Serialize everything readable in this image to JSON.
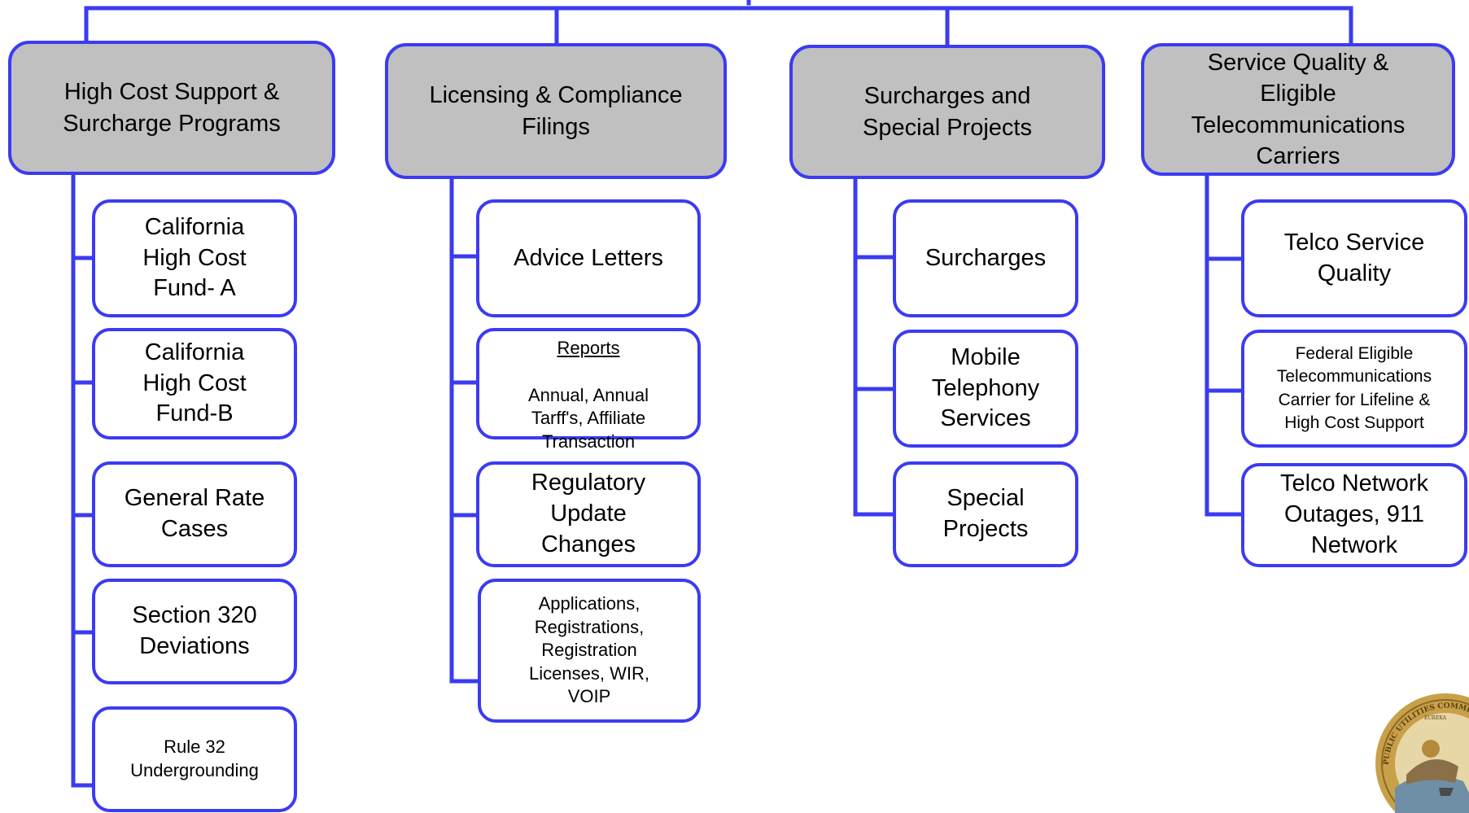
{
  "colors": {
    "connector": "#3b3bf2",
    "header_fill": "#c0c0c0",
    "box_fill": "#ffffff"
  },
  "columns": [
    {
      "header": "High Cost Support &\nSurcharge Programs",
      "items": [
        "California\nHigh Cost\nFund- A",
        "California\nHigh Cost\nFund-B",
        "General Rate\nCases",
        "Section 320\nDeviations",
        "Rule 32\nUndergrounding"
      ]
    },
    {
      "header": "Licensing & Compliance\nFilings",
      "items": [
        "Advice Letters",
        {
          "title": "Reports",
          "body": "Annual, Annual\nTarff's, Affiliate\nTransaction"
        },
        "Regulatory\nUpdate\nChanges",
        "Applications,\nRegistrations,\nRegistration\nLicenses, WIR,\nVOIP"
      ]
    },
    {
      "header": "Surcharges and\nSpecial Projects",
      "items": [
        "Surcharges",
        "Mobile\nTelephony\nServices",
        "Special\nProjects"
      ]
    },
    {
      "header": "Service Quality &\nEligible\nTelecommunications\nCarriers",
      "items": [
        "Telco Service\nQuality",
        "Federal Eligible\nTelecommunications\nCarrier for Lifeline &\nHigh Cost Support",
        "Telco Network\nOutages, 911\nNetwork"
      ]
    }
  ],
  "seal": {
    "icon": "state-seal-icon",
    "text": [
      "PUBLIC UTILITIES COMMISSION",
      "EUREKA"
    ]
  }
}
